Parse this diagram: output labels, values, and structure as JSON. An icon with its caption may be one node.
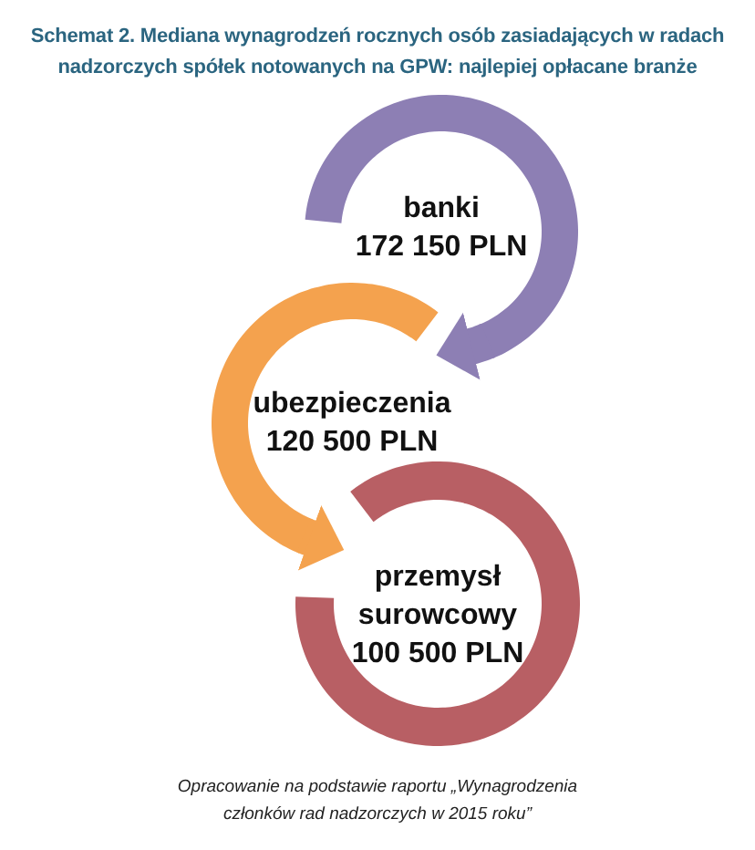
{
  "diagram": {
    "title": "Schemat 2. Mediana wynagrodzeń rocznych osób zasiadających w radach nadzorczych spółek notowanych na GPW: najlepiej opłacane branże",
    "caption": "Opracowanie na podstawie raportu „Wynagrodzenia członków rad nadzorczych w 2015 roku”",
    "nodes": [
      {
        "text": [
          "banki",
          "172 150 PLN"
        ]
      },
      {
        "text": [
          "ubezpieczenia",
          "120 500 PLN"
        ]
      },
      {
        "text": [
          "przemysł surowcowy",
          "100 500 PLN"
        ]
      }
    ],
    "edges": [
      {
        "from": 0,
        "to": 1,
        "arrow": "to",
        "color": "#8d7fb4"
      },
      {
        "from": 1,
        "to": 2,
        "arrow": "to",
        "color": "#f4a24e"
      }
    ]
  }
}
